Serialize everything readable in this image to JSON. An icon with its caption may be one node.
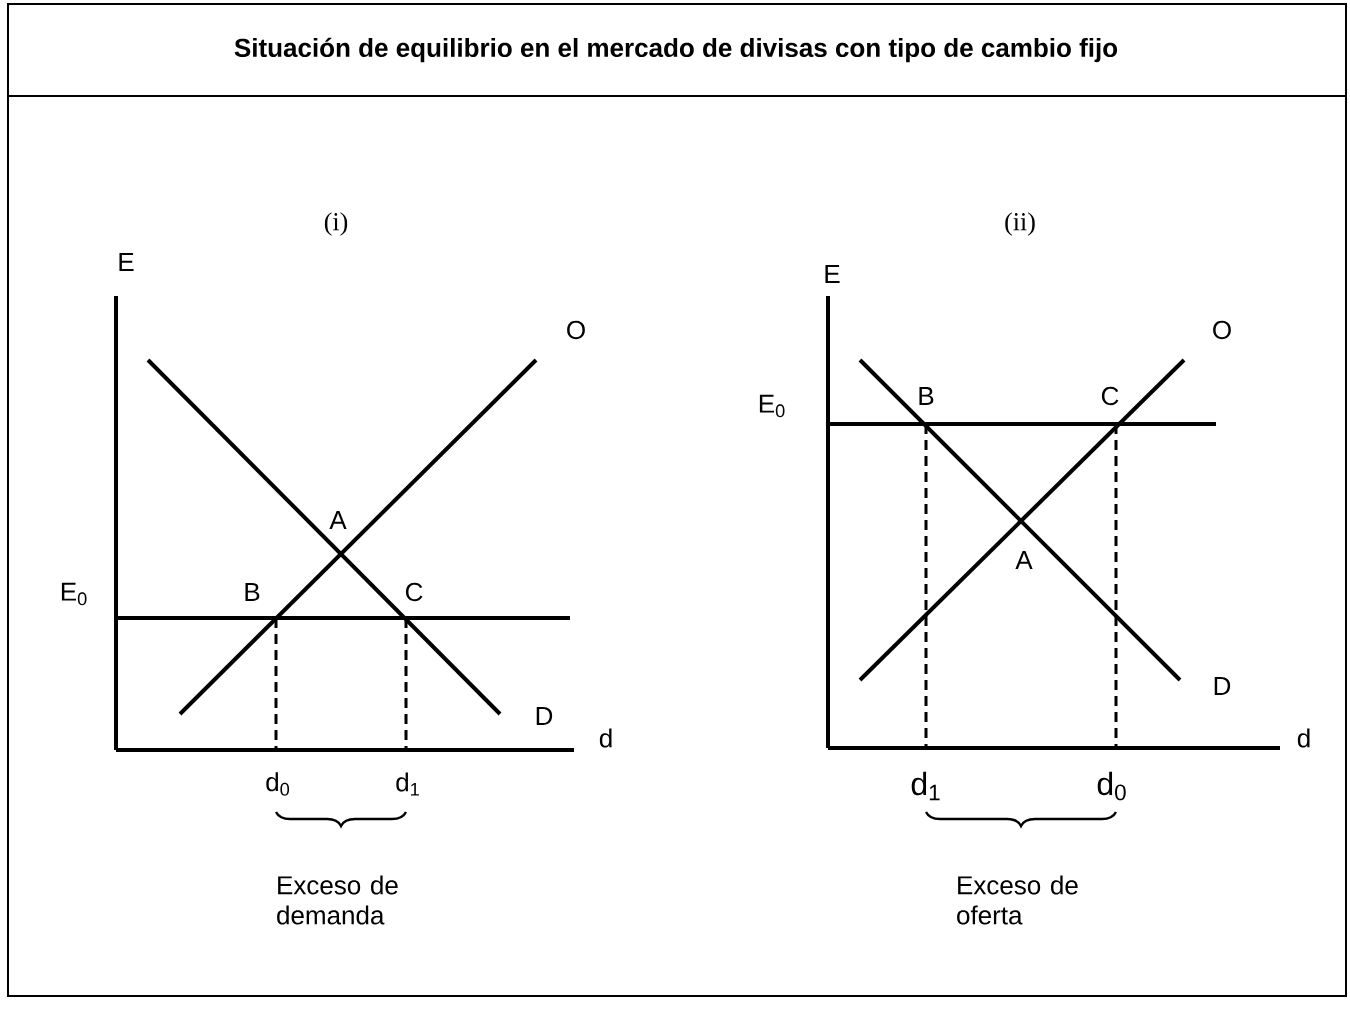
{
  "diagram": {
    "title": "Situación de equilibrio en el mercado de divisas con tipo de cambio fijo",
    "labels": [
      "(i)",
      "(ii)",
      "E",
      "O",
      "A",
      "E$_{0}$",
      "B",
      "C",
      "D",
      "d",
      "d$_{0}$",
      "d$_{1}$",
      "Exceso de demanda",
      "E",
      "O",
      "E$_{0}$",
      "B",
      "C",
      "A",
      "D",
      "d",
      "d$_{1}$",
      "d$_{0}$",
      "Exceso de oferta"
    ]
  }
}
